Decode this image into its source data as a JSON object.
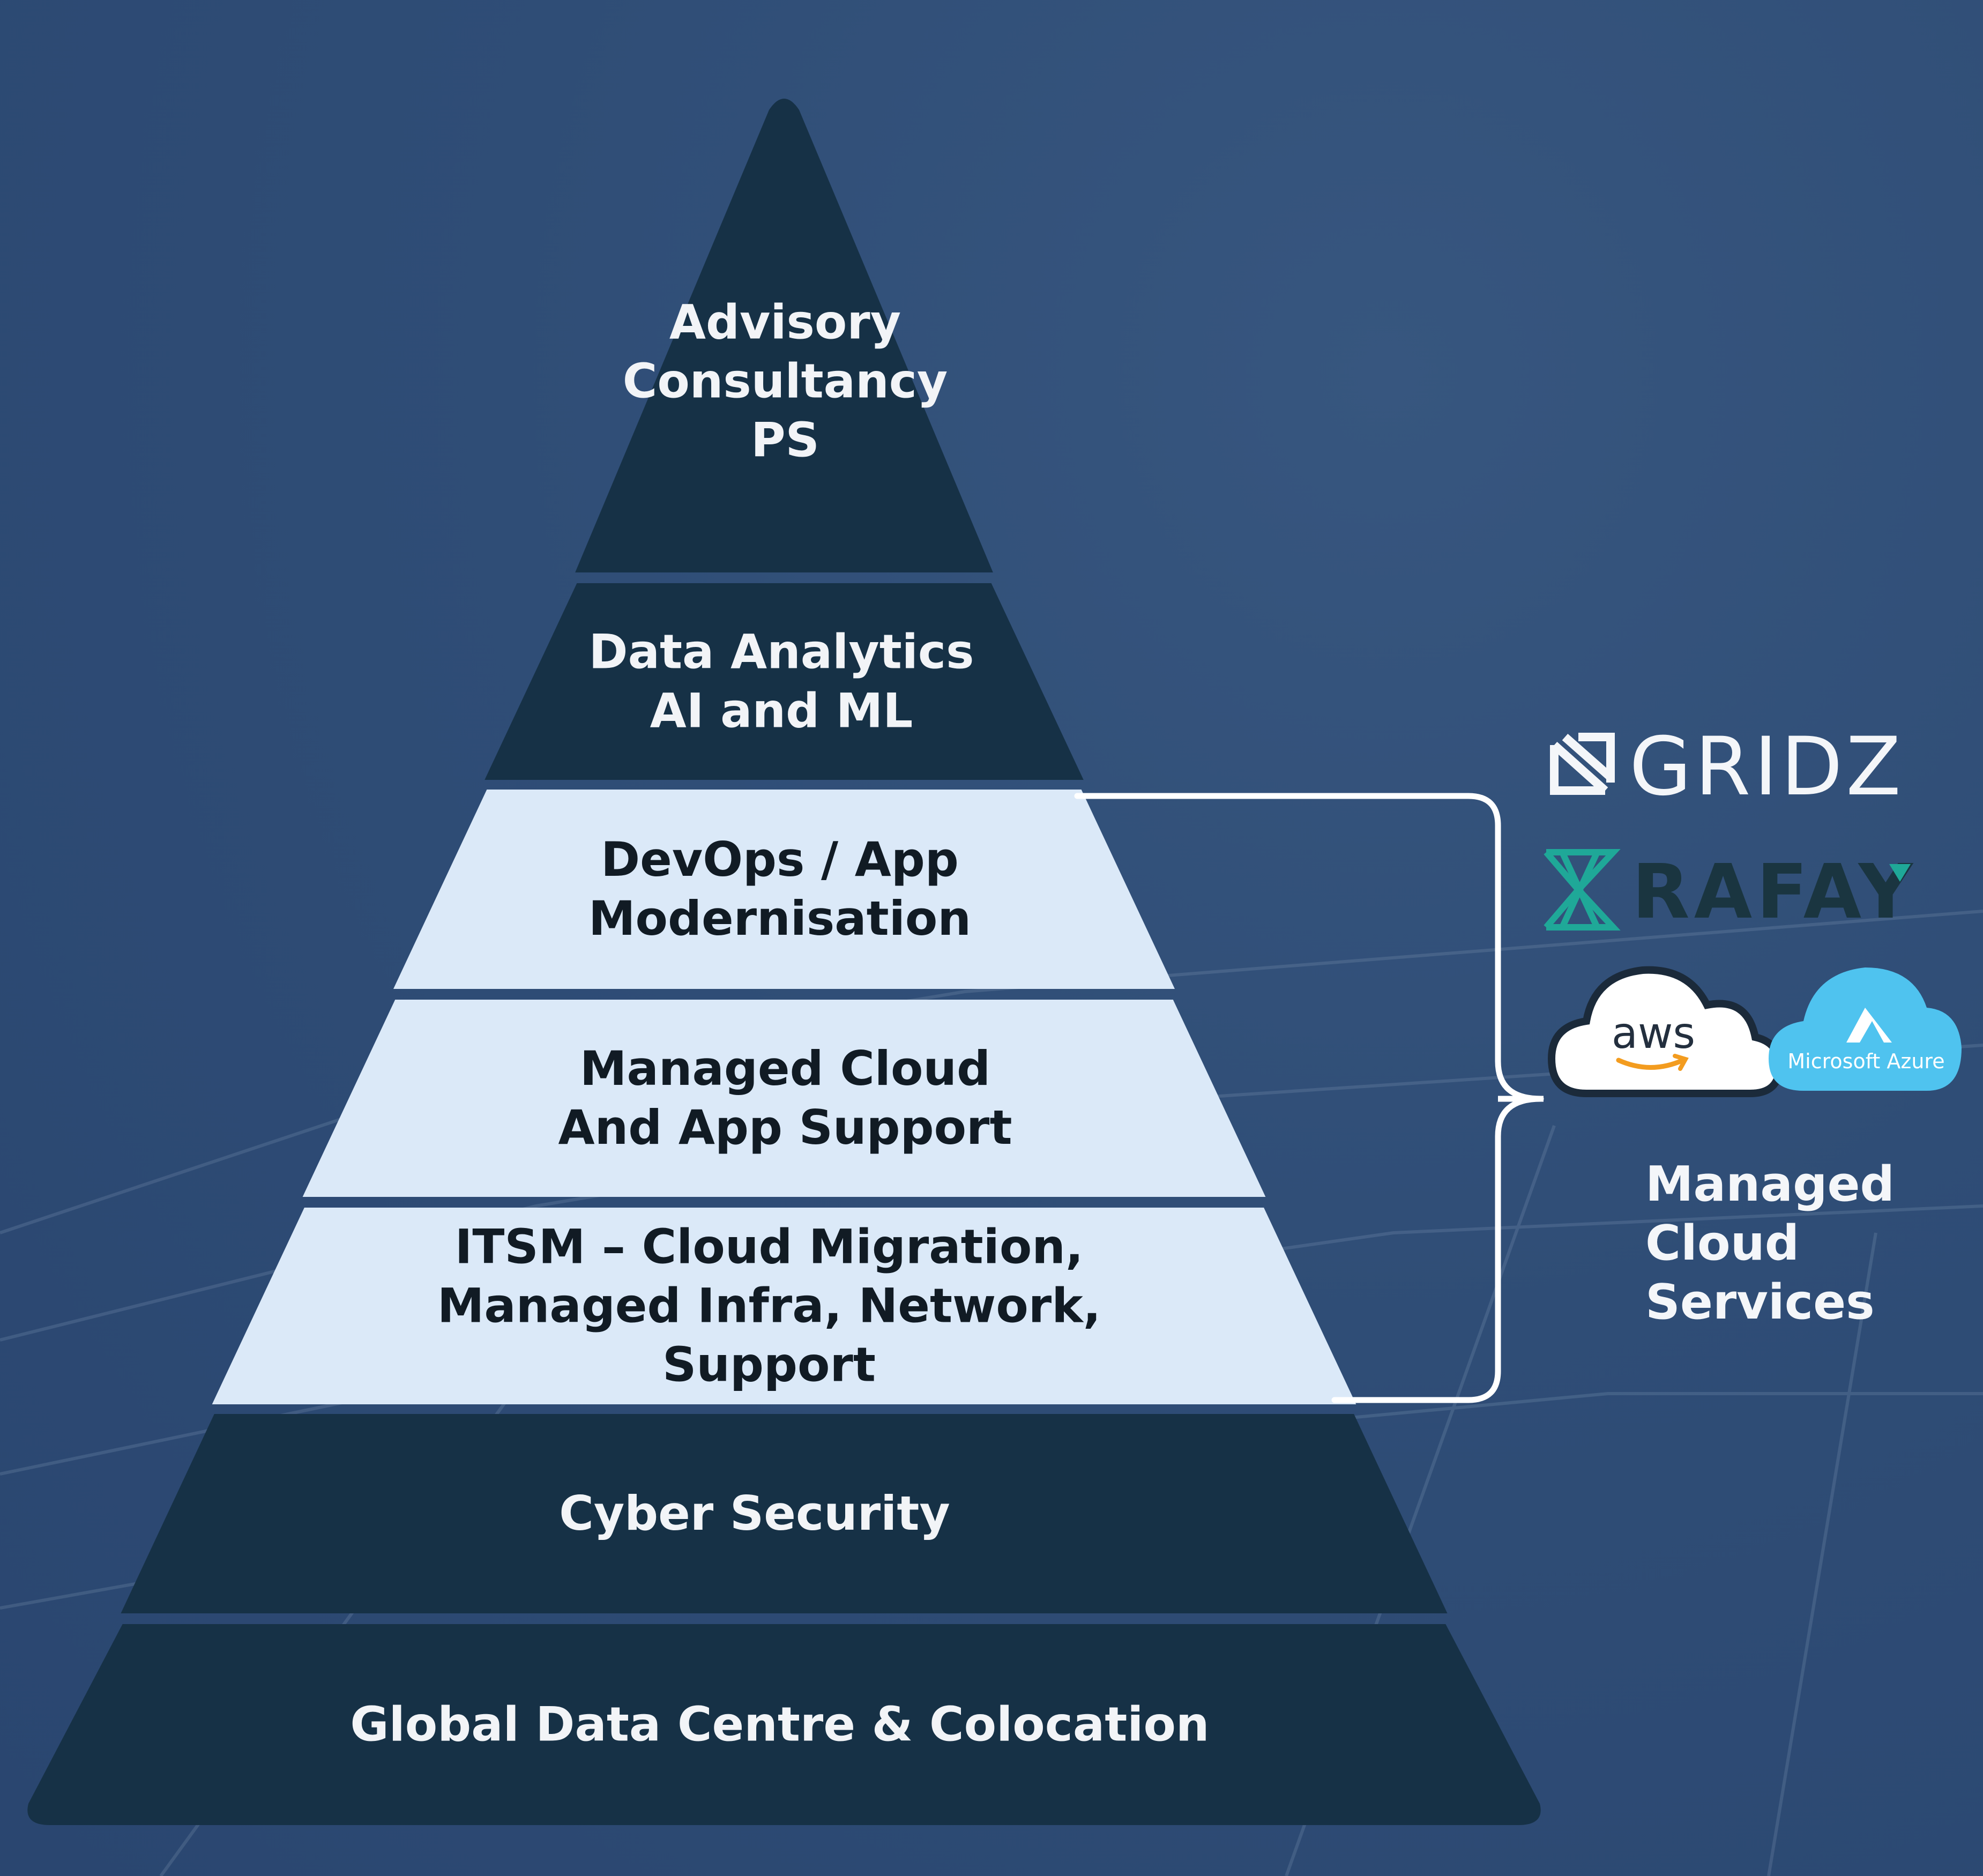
{
  "layers": [
    {
      "id": "advisory",
      "lines": [
        "Advisory",
        "Consultancy",
        "PS"
      ],
      "fill": "#163146",
      "text_color": "light"
    },
    {
      "id": "data-analytics",
      "lines": [
        "Data Analytics",
        "AI and ML"
      ],
      "fill": "#163146",
      "text_color": "light"
    },
    {
      "id": "devops",
      "lines": [
        "DevOps / App",
        "Modernisation"
      ],
      "fill": "#dbe9f8",
      "text_color": "dark"
    },
    {
      "id": "managed-cloud",
      "lines": [
        "Managed Cloud",
        "And App Support"
      ],
      "fill": "#dbe9f8",
      "text_color": "dark"
    },
    {
      "id": "itsm",
      "lines": [
        "ITSM – Cloud Migration,",
        "Managed Infra, Network,",
        "Support"
      ],
      "fill": "#dbe9f8",
      "text_color": "dark"
    },
    {
      "id": "cyber-security",
      "lines": [
        "Cyber Security"
      ],
      "fill": "#163146",
      "text_color": "light"
    },
    {
      "id": "global-data-centre",
      "lines": [
        "Global Data Centre & Colocation"
      ],
      "fill": "#163146",
      "text_color": "light"
    }
  ],
  "bracket_label": {
    "lines": [
      "Managed",
      "Cloud",
      "Services"
    ]
  },
  "logos": {
    "gridz": "GRIDZ",
    "rafay": "RAFAY",
    "aws": "aws",
    "azure": "Microsoft Azure"
  },
  "colors": {
    "background": "#2f4e78",
    "dark_layer": "#163146",
    "light_layer": "#dbe9f8",
    "rafay_accent": "#1fa898",
    "aws_arrow": "#f39c1f",
    "azure_cloud": "#4fc3ef"
  }
}
